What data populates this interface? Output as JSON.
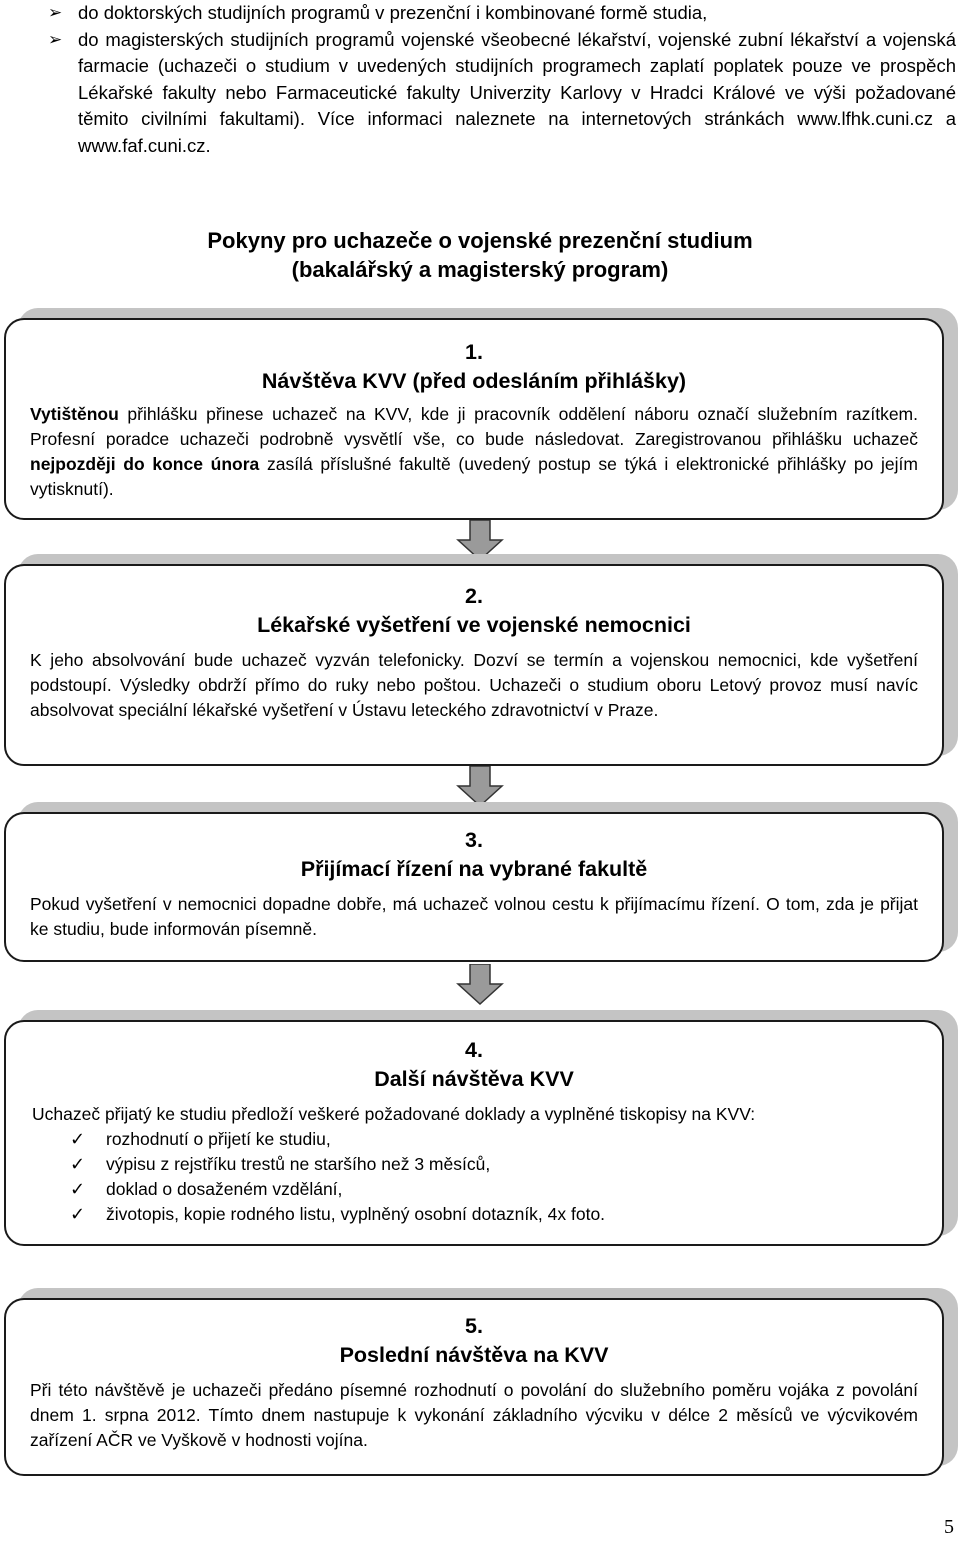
{
  "intro": {
    "bullets": [
      "do doktorských studijních programů v prezenční i kombinované formě studia,",
      "do magisterských studijních programů vojenské všeobecné lékařství, vojenské zubní lékařství a vojenská farmacie (uchazeči o studium v uvedených studijních programech zaplatí poplatek pouze ve prospěch Lékařské fakulty nebo Farmaceutické fakulty Univerzity Karlovy v Hradci Králové ve výši požadované těmito civilními fakultami). Více informaci naleznete na internetových stránkách www.lfhk.cuni.cz a www.faf.cuni.cz."
    ],
    "bullet_icon": "arrowhead-bullet-icon"
  },
  "heading": {
    "line1": "Pokyny pro uchazeče o vojenské prezenční studium",
    "line2": "(bakalářský a magisterský program)"
  },
  "steps": [
    {
      "number": "1.",
      "title": "Návštěva KVV (před odesláním přihlášky)",
      "b1": "Vytištěnou",
      "t1": " přihlášku přinese uchazeč na KVV, kde ji pracovník oddělení náboru označí služebním razítkem. Profesní poradce uchazeči podrobně vysvětlí vše, co bude následovat. Zaregistrovanou přihlášku uchazeč ",
      "b2": "nejpozději do konce února",
      "t2": " zasílá příslušné fakultě (uvedený postup se týká i elektronické přihlášky po jejím vytisknutí)."
    },
    {
      "number": "2.",
      "title": "Lékařské vyšetření ve vojenské nemocnici",
      "body": "K jeho absolvování bude uchazeč vyzván telefonicky. Dozví se termín a vojenskou nemocnici, kde vyšetření podstoupí. Výsledky obdrží přímo do ruky nebo poštou. Uchazeči o studium oboru Letový provoz musí navíc absolvovat speciální lékařské vyšetření v Ústavu leteckého zdravotnictví v Praze."
    },
    {
      "number": "3.",
      "title": "Přijímací řízení na vybrané fakultě",
      "body": "Pokud vyšetření v nemocnici dopadne dobře, má uchazeč volnou cestu k přijímacímu řízení. O tom, zda je přijat ke studiu, bude informován písemně."
    },
    {
      "number": "4.",
      "title": "Další návštěva KVV",
      "intro": "Uchazeč přijatý ke studiu předloží veškeré požadované doklady a vyplněné tiskopisy na KVV:",
      "checklist": [
        "rozhodnutí o přijetí ke studiu,",
        "výpisu z rejstříku trestů ne staršího než 3 měsíců,",
        "doklad o dosaženém vzdělání,",
        "životopis, kopie rodného listu, vyplněný osobní dotazník, 4x foto."
      ],
      "check_icon": "checkmark-icon"
    },
    {
      "number": "5.",
      "title": "Poslední návštěva na KVV",
      "body": "Při této návštěvě je uchazeči předáno písemné rozhodnutí o povolání do služebního poměru vojáka z povolání dnem 1. srpna 2012. Tímto dnem nastupuje k vykonání základního výcviku v délce 2 měsíců ve výcvikovém zařízení AČR ve Vyškově v hodnosti vojína."
    }
  ],
  "page_number": "5",
  "colors": {
    "card_border": "#1a1a1a",
    "card_shadow": "#c4c4c4",
    "arrow_fill": "#9a9a9a"
  }
}
